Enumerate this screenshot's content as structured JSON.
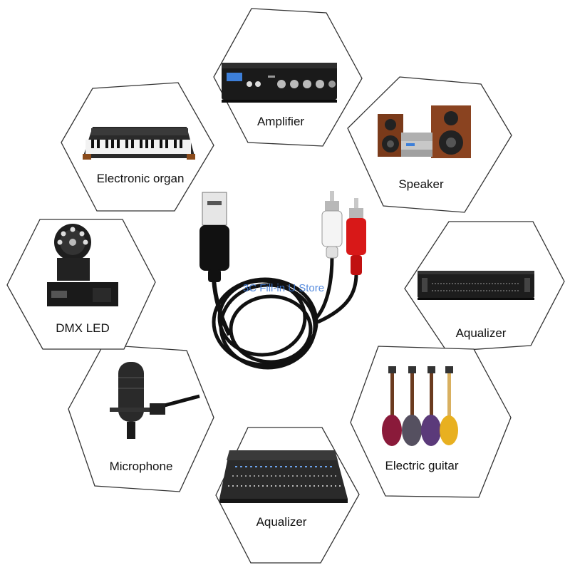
{
  "watermark": "3C Fill-in U Store",
  "devices": [
    {
      "label": "Amplifier",
      "icon": "amplifier-icon"
    },
    {
      "label": "Speaker",
      "icon": "speaker-icon"
    },
    {
      "label": "Aqualizer",
      "icon": "equalizer-rack-icon"
    },
    {
      "label": "Electric guitar",
      "icon": "electric-guitar-icon"
    },
    {
      "label": "Aqualizer",
      "icon": "mixing-console-icon"
    },
    {
      "label": "Microphone",
      "icon": "microphone-icon"
    },
    {
      "label": "DMX LED",
      "icon": "moving-head-light-icon"
    },
    {
      "label": "Electronic organ",
      "icon": "keyboard-icon"
    }
  ],
  "colors": {
    "hex_stroke": "#333333",
    "cable": "#111111",
    "rca_red": "#d81818",
    "rca_white": "#f4f4f4",
    "watermark": "#3a78d8"
  }
}
